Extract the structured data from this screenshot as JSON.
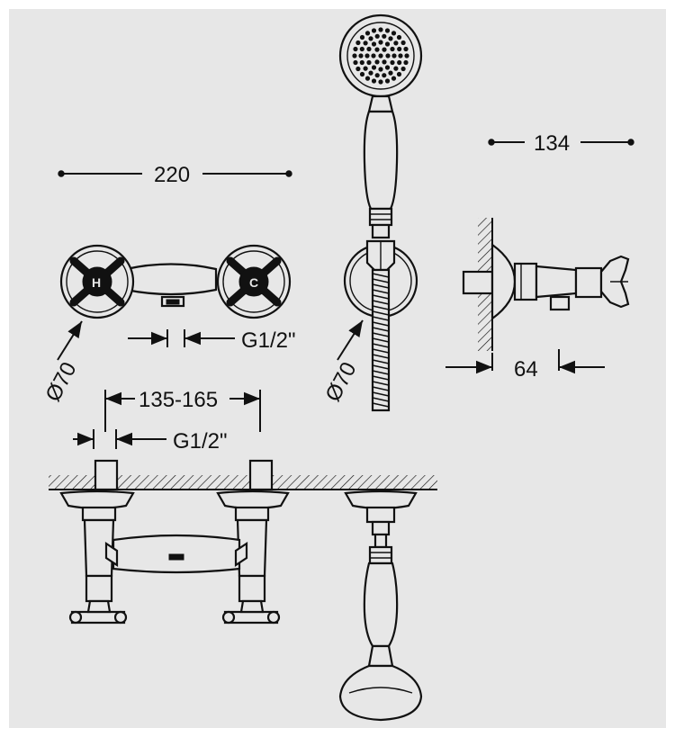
{
  "dimensions": {
    "width_top": "220",
    "depth_side": "134",
    "projection_side": "64",
    "diameter_mixer_escutcheon": "Ø70",
    "diameter_holder_escutcheon": "Ø70",
    "inlet_thread_top": "G1/2\"",
    "centres_range": "135-165",
    "inlet_thread_front": "G1/2\""
  },
  "handle_markings": {
    "hot": "H",
    "cold": "C"
  },
  "colors": {
    "background": "#e7e7e7",
    "line": "#111111"
  }
}
